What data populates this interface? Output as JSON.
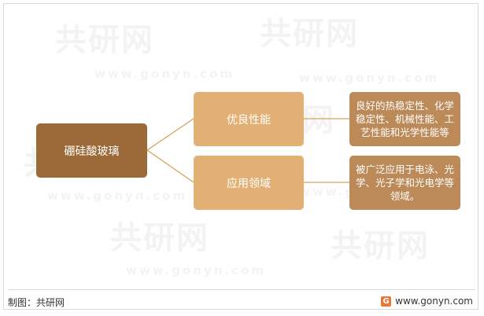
{
  "diagram": {
    "root": "硼硅酸玻璃",
    "branches": [
      {
        "label": "优良性能",
        "detail": "良好的热稳定性、化学稳定性、机械性能、工艺性能和光学性能等"
      },
      {
        "label": "应用领域",
        "detail": "被广泛应用于电泳、光学、光子学和光电学等领域。"
      }
    ]
  },
  "footer": {
    "source": "制图：共研网",
    "website": "www.gonyn.com",
    "logo_glyph": "G"
  },
  "watermark": {
    "brand": "共研网",
    "url": "www.gonyn.com"
  },
  "colors": {
    "root": "#9c6a38",
    "branch": "#e2b074",
    "detail": "#bc8a58",
    "connector": "#d4a25a"
  }
}
